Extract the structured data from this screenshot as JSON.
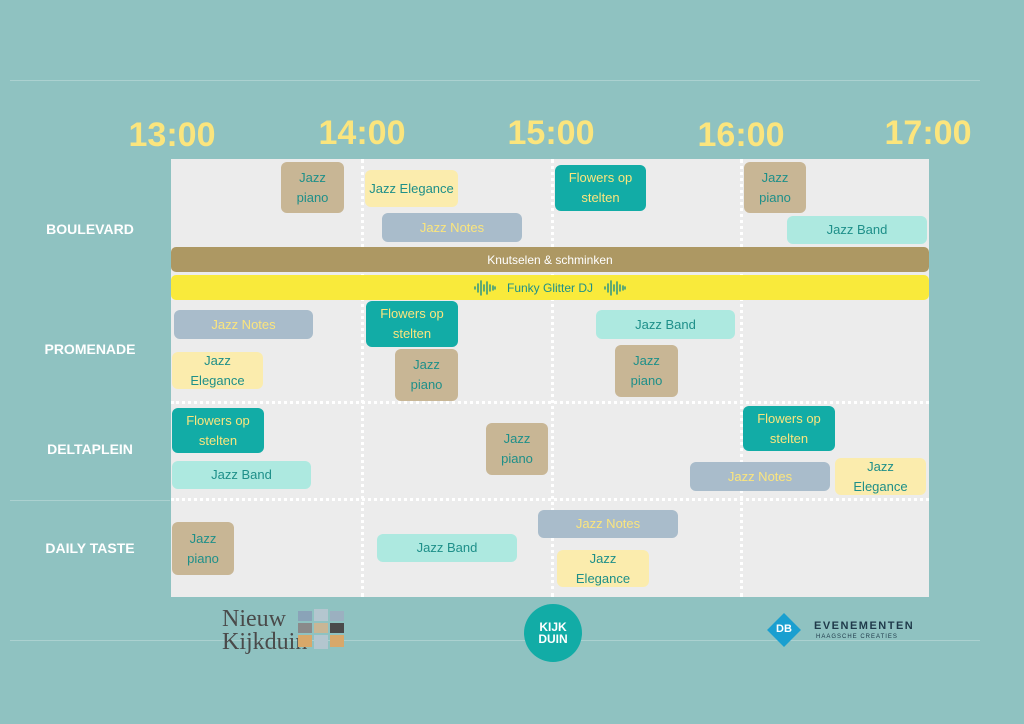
{
  "times": [
    "13:00",
    "14:00",
    "15:00",
    "16:00",
    "17:00"
  ],
  "areas": [
    "BOULEVARD",
    "PROMENADE",
    "DELTAPLEIN",
    "DAILY TASTE"
  ],
  "events": {
    "jazz_piano": "Jazz piano",
    "jazz_elegance": "Jazz Elegance",
    "jazz_notes": "Jazz Notes",
    "jazz_band": "Jazz Band",
    "flowers_line1": "Flowers op",
    "flowers_line2": "stelten"
  },
  "full_width": {
    "knutselen": "Knutselen & schminken",
    "dj": "Funky Glitter DJ"
  },
  "logos": {
    "nieuw_line1": "Nieuw",
    "nieuw_line2": "Kijkduin",
    "kijkduin_line1": "KIJK",
    "kijkduin_line2": "DUIN",
    "db_mark": "DB",
    "evenementen": "EVENEMENTEN",
    "evenementen_sub": "HAAGSCHE CREATIES"
  },
  "colors": {
    "background": "#8fc2c1",
    "time_yellow": "#fbe57d",
    "teal": "#12aca6",
    "tan": "#c8b695",
    "cream": "#fbecad",
    "grey": "#a9bccb",
    "mint": "#ade9e0",
    "brown_bar": "#ad9863",
    "yellow_bar": "#f9ea3b"
  }
}
